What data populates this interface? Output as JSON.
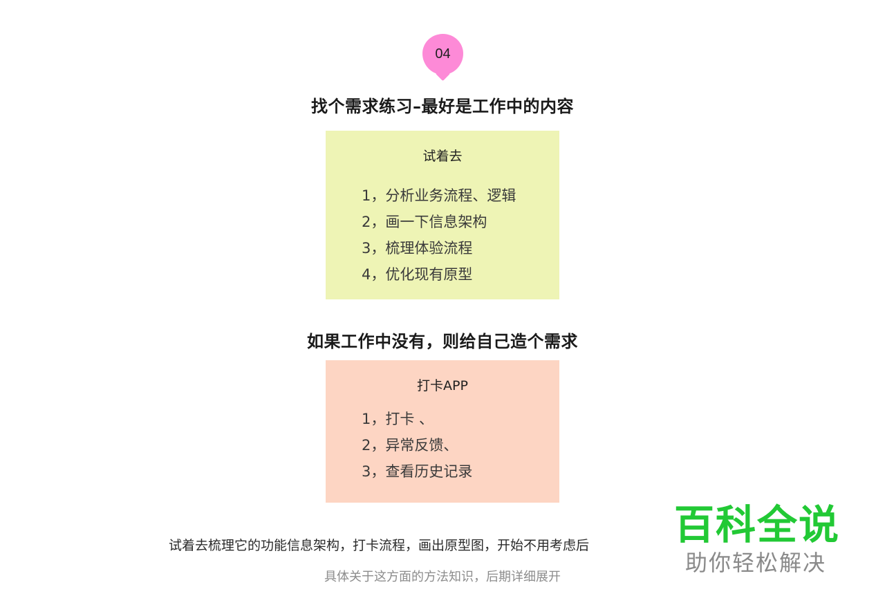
{
  "badge": {
    "number": "04",
    "color": "#fd8ad7"
  },
  "section1": {
    "heading": "找个需求练习–最好是工作中的内容",
    "card": {
      "title": "试着去",
      "color": "#eef4b5",
      "items": [
        "1，分析业务流程、逻辑",
        "2，画一下信息架构",
        "3，梳理体验流程",
        "4，优化现有原型"
      ]
    }
  },
  "section2": {
    "heading": "如果工作中没有，则给自己造个需求",
    "card": {
      "title": "打卡APP",
      "color": "#fdd5c3",
      "items": [
        "1，打卡 、",
        "2，异常反馈、",
        "3，查看历史记录"
      ]
    }
  },
  "footer": {
    "note": "试着去梳理它的功能信息架构，打卡流程，画出原型图，开始不用考虑后",
    "subnote": "具体关于这方面的方法知识，后期详细展开"
  },
  "watermark": {
    "title": "百科全说",
    "subtitle": "助你轻松解决",
    "color": "#22c935"
  }
}
